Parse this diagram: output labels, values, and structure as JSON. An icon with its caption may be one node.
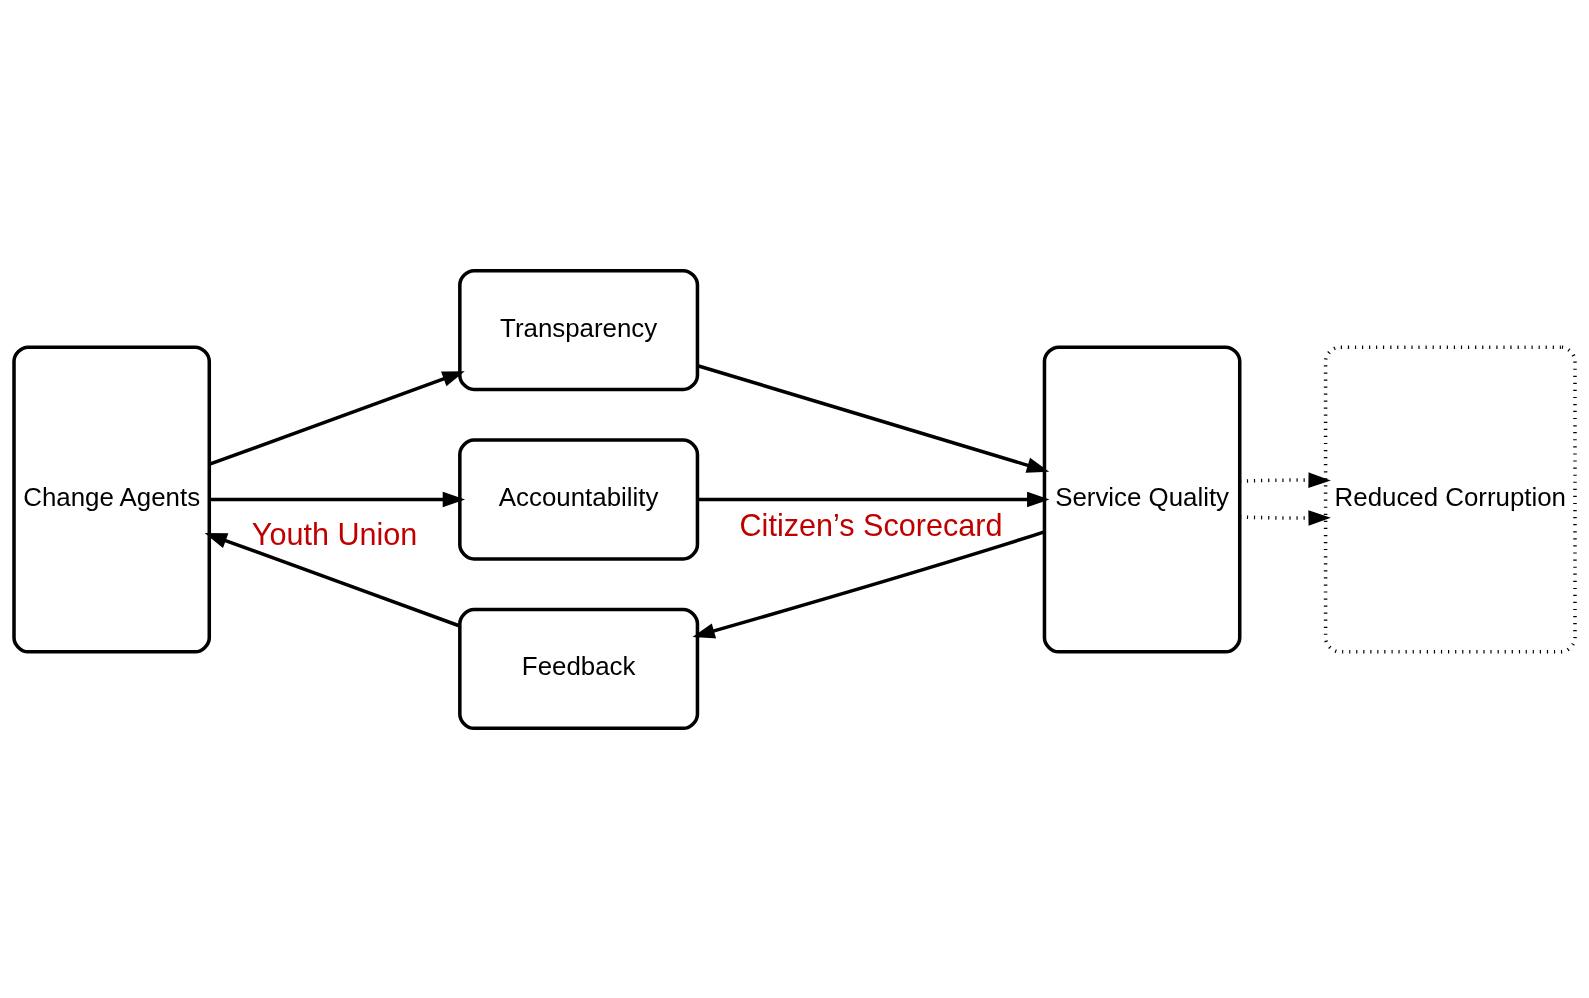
{
  "diagram": {
    "nodes": [
      {
        "text": [
          "Change Agents"
        ]
      },
      {
        "text": [
          "Transparency"
        ]
      },
      {
        "text": [
          "Accountability"
        ]
      },
      {
        "text": [
          "Service Quality"
        ]
      },
      {
        "text": [
          "Reduced Corruption"
        ]
      },
      {
        "text": [
          "Feedback"
        ]
      }
    ],
    "edges": [
      {
        "from": 0,
        "to": 1,
        "arrow": "to"
      },
      {
        "from": 0,
        "to": 2,
        "arrow": "to"
      },
      {
        "from": 1,
        "to": 3,
        "arrow": "to"
      },
      {
        "from": 2,
        "to": 3,
        "arrow": "to"
      },
      {
        "from": 3,
        "to": 4,
        "arrow": "to",
        "style": "dashed"
      },
      {
        "from": 3,
        "to": 4,
        "arrow": "to",
        "style": "dashed"
      },
      {
        "from": 3,
        "to": 5,
        "arrow": "to",
        "label": "Citizen’s Scorecard"
      },
      {
        "from": 5,
        "to": 0,
        "arrow": "to",
        "label": "Youth Union"
      }
    ]
  }
}
